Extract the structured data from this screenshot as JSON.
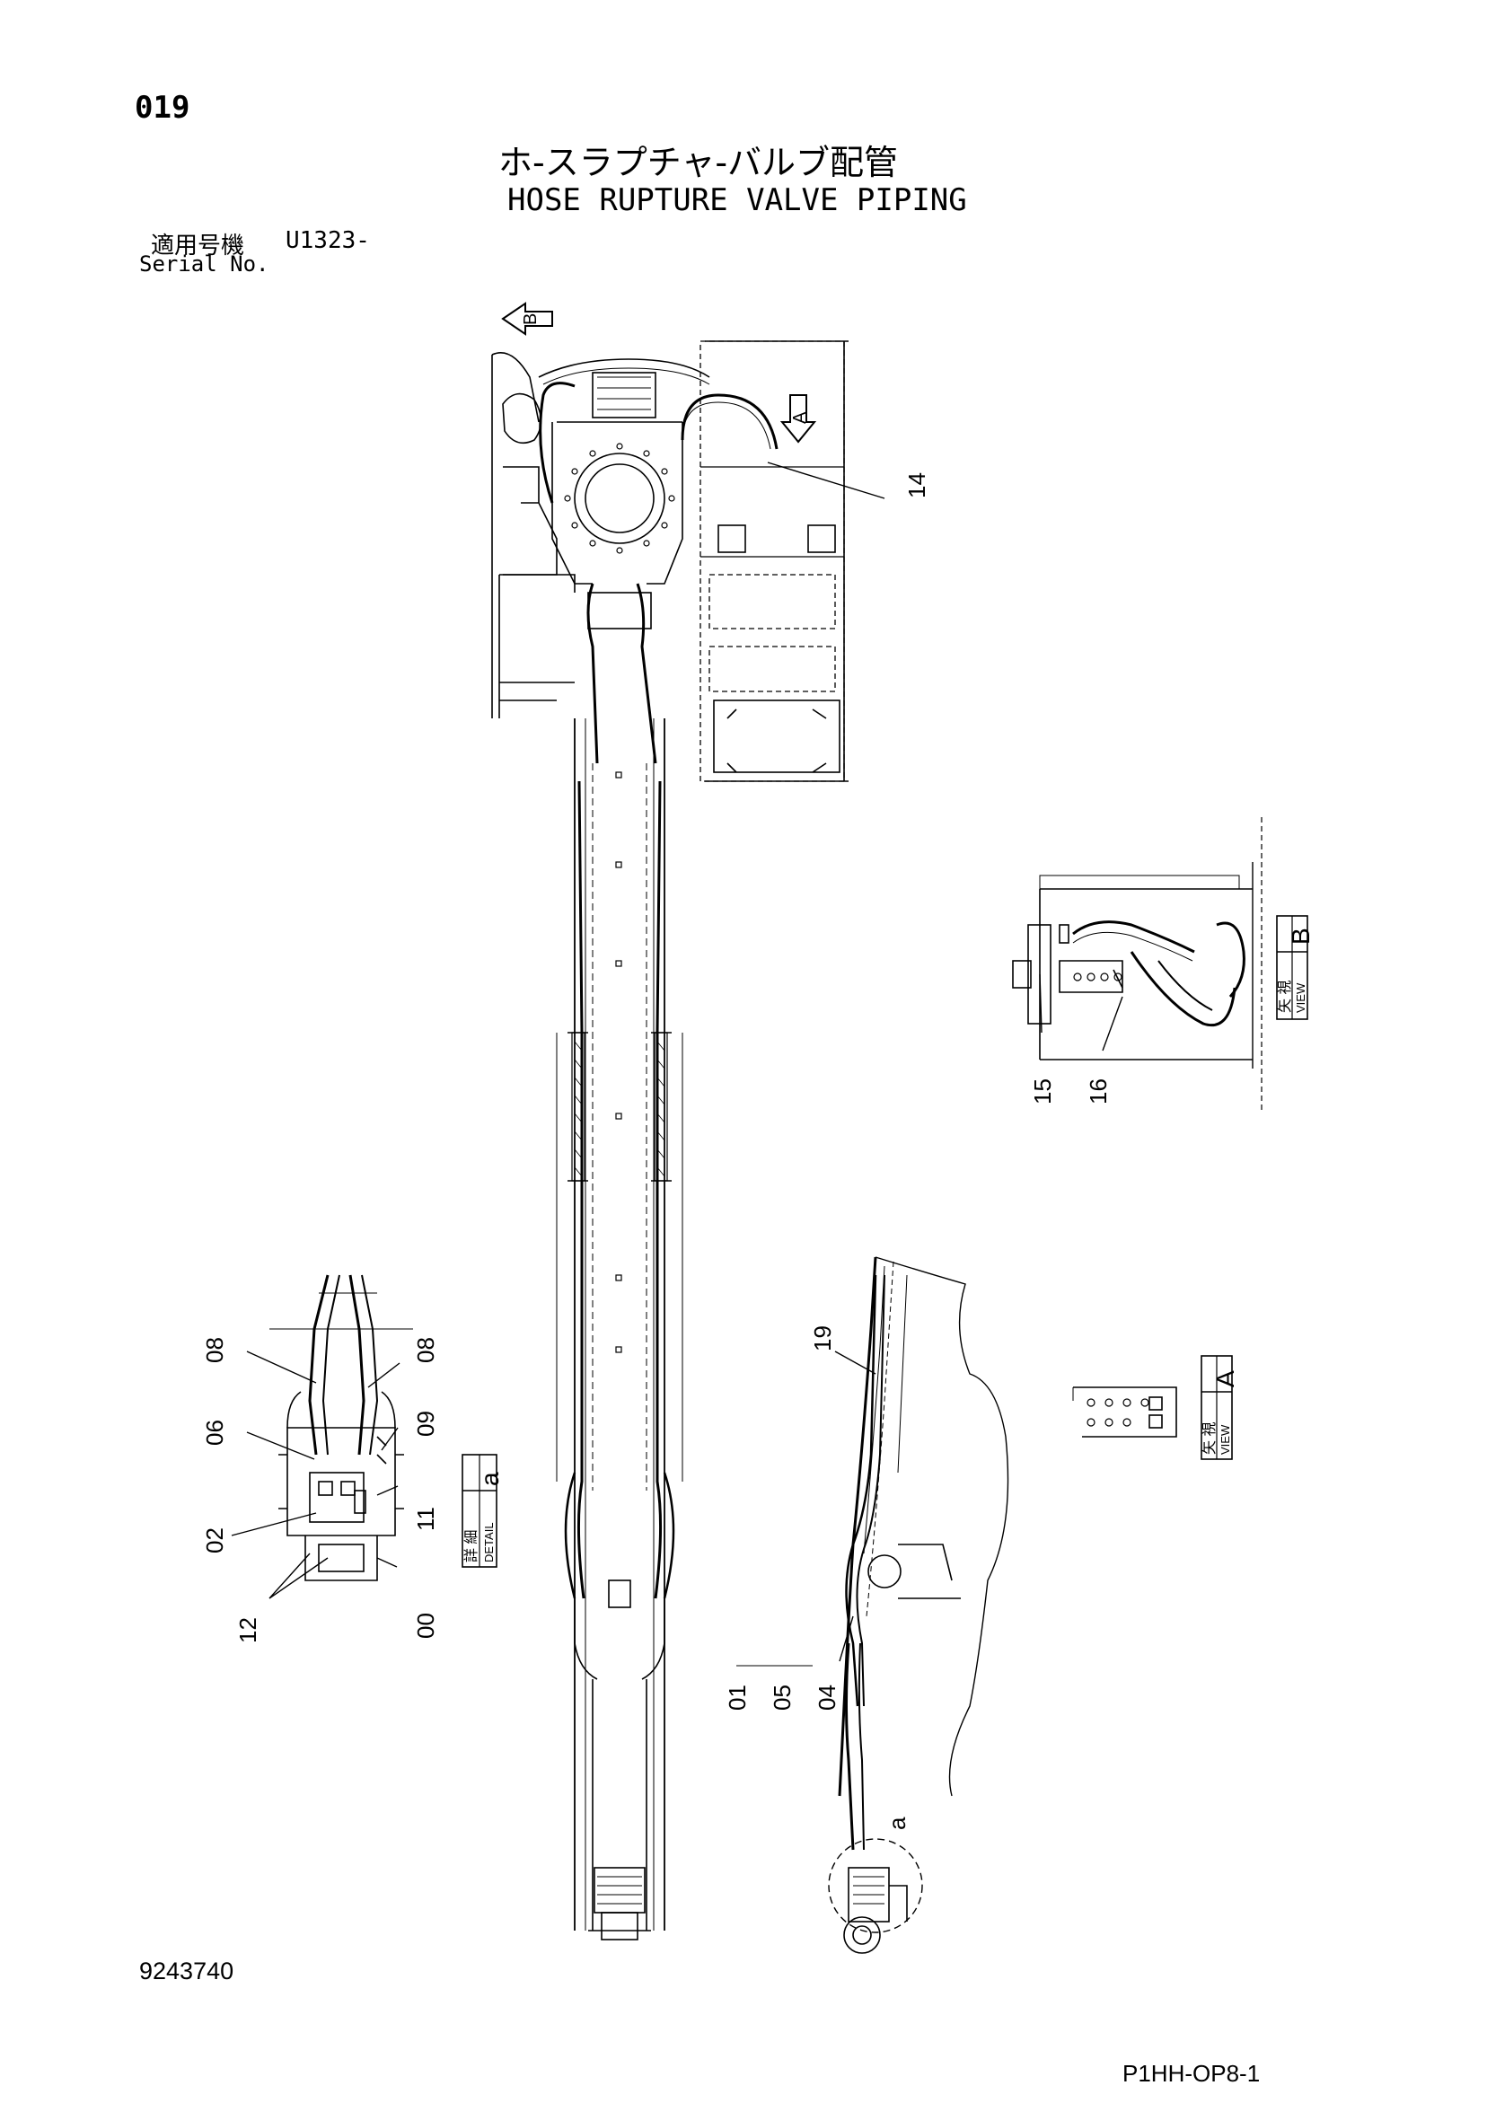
{
  "header": {
    "page_number": "019",
    "title_jp": "ホ-スラプチャ-バルブ配管",
    "title_en": "HOSE RUPTURE VALVE PIPING",
    "applicable_label_jp": "適用号機",
    "serial_value": "U1323-",
    "serial_label": "Serial No."
  },
  "footer": {
    "drawing_number": "9243740",
    "page_code": "P1HH-OP8-1"
  },
  "views": {
    "view_b": {
      "arrow_letter": "B",
      "box_letter": "B",
      "jp": "矢 視",
      "en": "VIEW"
    },
    "view_a": {
      "arrow_letter": "A",
      "box_letter": "A",
      "jp": "矢 視",
      "en": "VIEW"
    },
    "detail_a": {
      "box_letter": "a",
      "jp": "詳 細",
      "en": "DETAIL",
      "circle_letter": "a"
    }
  },
  "callouts": {
    "c14": "14",
    "c15": "15",
    "c16": "16",
    "c19": "19",
    "c01": "01",
    "c05": "05",
    "c04": "04",
    "c08a": "08",
    "c08b": "08",
    "c06": "06",
    "c09": "09",
    "c02": "02",
    "c11": "11",
    "c12": "12",
    "c00": "00"
  }
}
